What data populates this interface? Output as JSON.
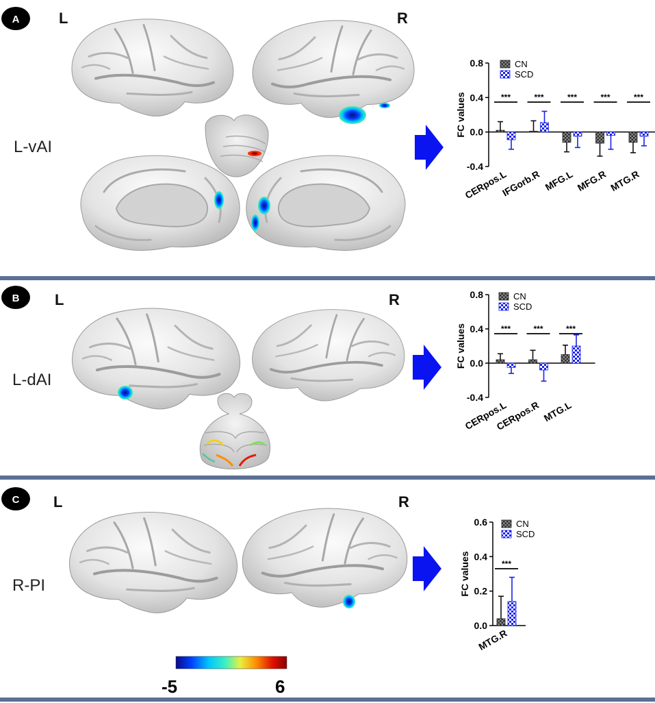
{
  "panels": [
    {
      "badge": "A",
      "seed_label": "L-vAI",
      "hemi_left": "L",
      "hemi_right": "R"
    },
    {
      "badge": "B",
      "seed_label": "L-dAI",
      "hemi_left": "L",
      "hemi_right": "R"
    },
    {
      "badge": "C",
      "seed_label": "R-PI",
      "hemi_left": "L",
      "hemi_right": "R"
    }
  ],
  "colorbar": {
    "min_label": "-5",
    "max_label": "6",
    "colors": [
      "#0a0a8c",
      "#0040ff",
      "#00c8ff",
      "#40f0c0",
      "#e8f040",
      "#ff9000",
      "#e01000",
      "#8c0000"
    ]
  },
  "colors": {
    "arrow": "#0a14f0",
    "cn_fill": "#555555",
    "scd_stroke": "#1a22e6",
    "divider": "#5c6f94"
  },
  "chart_data": [
    {
      "type": "bar",
      "panel": "A",
      "ylabel": "FC values",
      "ylim": [
        -0.4,
        0.8
      ],
      "yticks": [
        "-0.4",
        "0.0",
        "0.4",
        "0.8"
      ],
      "categories": [
        "CERpos.L",
        "IFGorb.R",
        "MFG.L",
        "MFG.R",
        "MTG.R"
      ],
      "series": [
        {
          "name": "CN",
          "values": [
            0.02,
            0.01,
            -0.12,
            -0.13,
            -0.12
          ],
          "errors": [
            0.1,
            0.12,
            0.11,
            0.15,
            0.12
          ]
        },
        {
          "name": "SCD",
          "values": [
            -0.09,
            0.11,
            -0.05,
            -0.04,
            -0.05
          ],
          "errors": [
            0.11,
            0.13,
            0.13,
            0.16,
            0.11
          ]
        }
      ],
      "annotations": [
        "***",
        "***",
        "***",
        "***",
        "***"
      ],
      "legend": "top-left"
    },
    {
      "type": "bar",
      "panel": "B",
      "ylabel": "FC values",
      "ylim": [
        -0.4,
        0.8
      ],
      "yticks": [
        "-0.4",
        "0.0",
        "0.4",
        "0.8"
      ],
      "categories": [
        "CERpos.L",
        "CERpos.R",
        "MTG.L"
      ],
      "series": [
        {
          "name": "CN",
          "values": [
            0.04,
            0.04,
            0.1
          ],
          "errors": [
            0.07,
            0.11,
            0.11
          ]
        },
        {
          "name": "SCD",
          "values": [
            -0.05,
            -0.08,
            0.2
          ],
          "errors": [
            0.07,
            0.13,
            0.13
          ]
        }
      ],
      "annotations": [
        "***",
        "***",
        "***"
      ],
      "legend": "top-left"
    },
    {
      "type": "bar",
      "panel": "C",
      "ylabel": "FC values",
      "ylim": [
        0,
        0.6
      ],
      "yticks": [
        "0.0",
        "0.2",
        "0.4",
        "0.6"
      ],
      "categories": [
        "MTG.R"
      ],
      "series": [
        {
          "name": "CN",
          "values": [
            0.04
          ],
          "errors": [
            0.13
          ]
        },
        {
          "name": "SCD",
          "values": [
            0.14
          ],
          "errors": [
            0.14
          ]
        }
      ],
      "annotations": [
        "***"
      ],
      "legend": "top-left"
    }
  ]
}
